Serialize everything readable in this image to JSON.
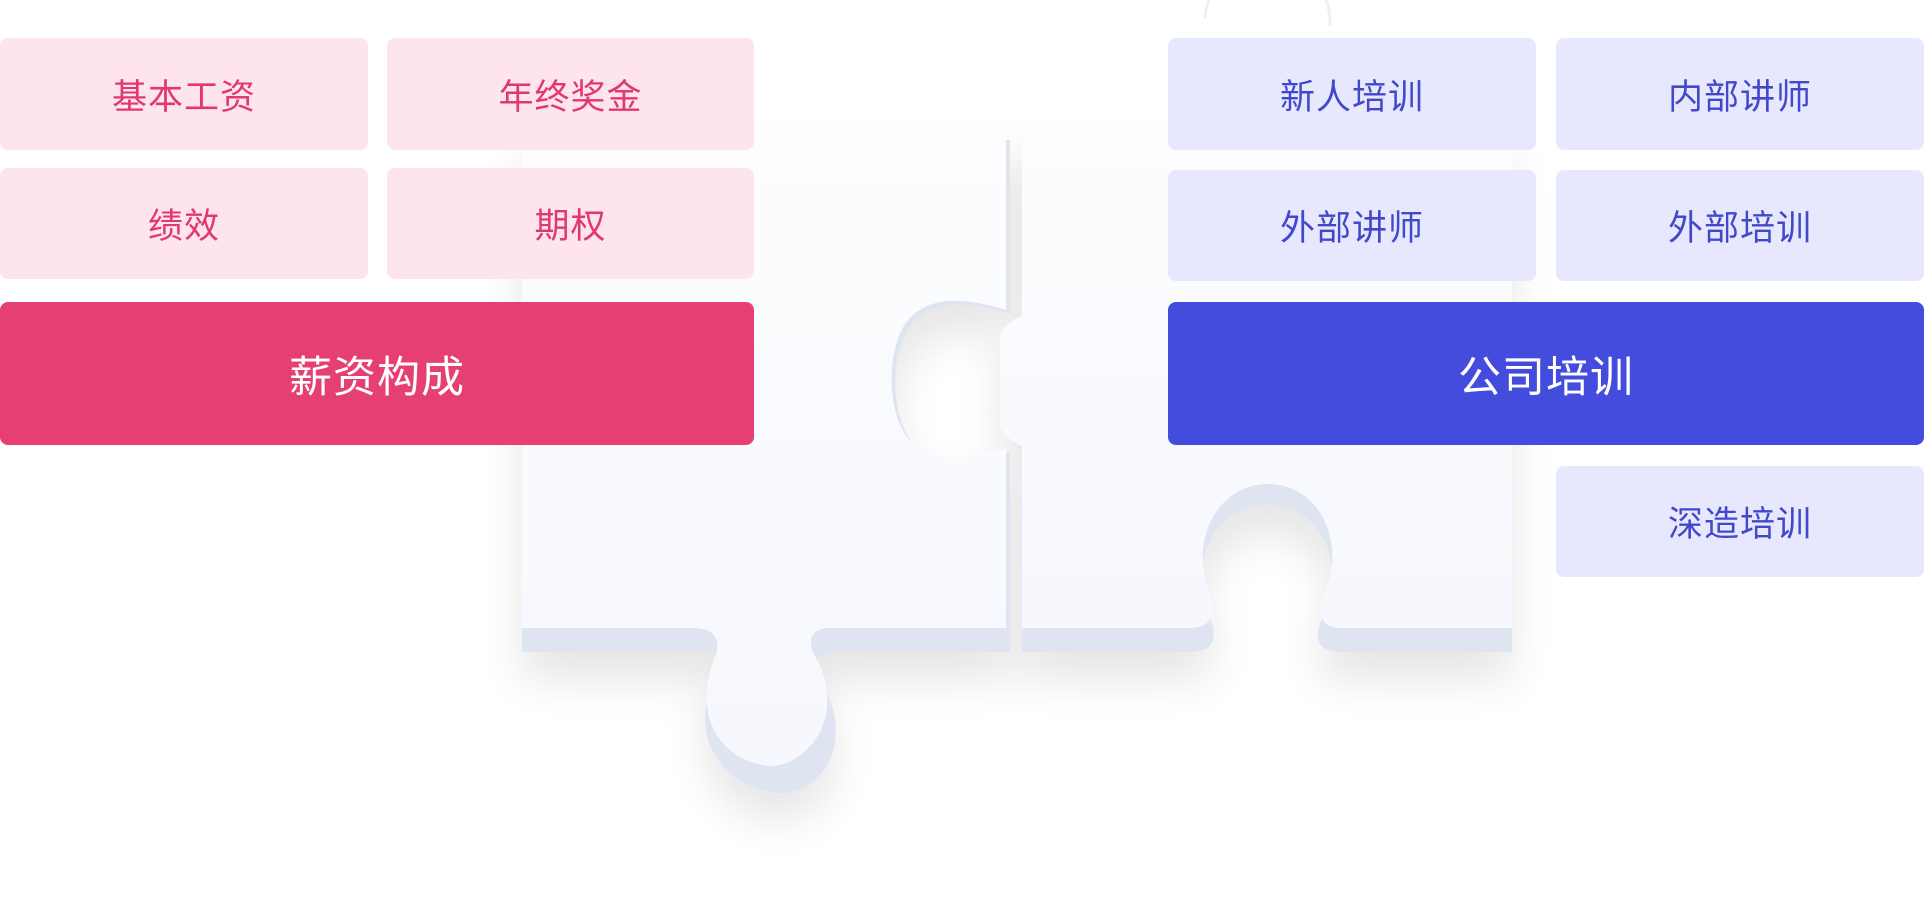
{
  "salary": {
    "items": [
      "基本工资",
      "年终奖金",
      "绩效",
      "期权"
    ],
    "main_label": "薪资构成",
    "colors": {
      "main": "#e63f73",
      "sub_bg": "#fde4ee",
      "sub_text": "#e0386f"
    }
  },
  "training": {
    "items": [
      "新人培训",
      "内部讲师",
      "外部讲师",
      "外部培训",
      "深造培训"
    ],
    "main_label": "公司培训",
    "colors": {
      "main": "#434cdc",
      "sub_bg": "#e7e8fd",
      "sub_text": "#4249c9"
    }
  },
  "decoration": {
    "icon": "puzzle-pieces-icon"
  }
}
